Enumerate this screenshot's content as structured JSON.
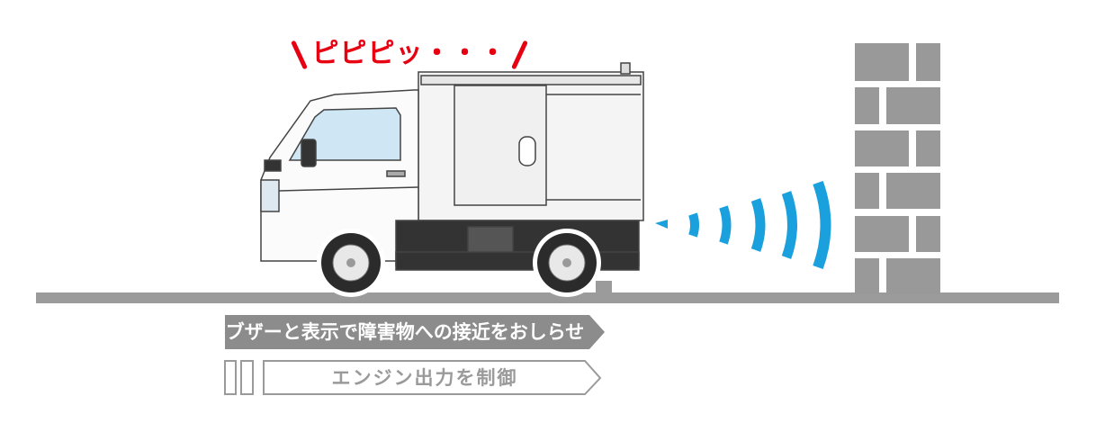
{
  "beep_text": "ピピピッ・・・",
  "banners": {
    "warning": "ブザーと表示で障害物への接近をおしらせ",
    "engine": "エンジン出力を制御"
  },
  "colors": {
    "beep": "#e60012",
    "wave": "#1aa0dc",
    "gray": "#999999",
    "banner": "#8c8c8c"
  }
}
